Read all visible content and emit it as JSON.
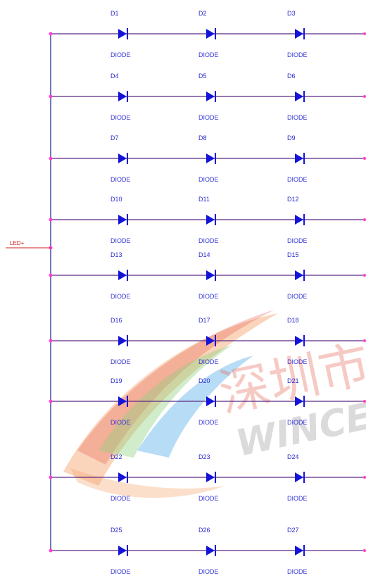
{
  "net_label": "LED+",
  "diode_value": "DIODE",
  "rows": [
    [
      "D1",
      "D2",
      "D3"
    ],
    [
      "D4",
      "D5",
      "D6"
    ],
    [
      "D7",
      "D8",
      "D9"
    ],
    [
      "D10",
      "D11",
      "D12"
    ],
    [
      "D13",
      "D14",
      "D15"
    ],
    [
      "D16",
      "D17",
      "D18"
    ],
    [
      "D19",
      "D20",
      "D21"
    ],
    [
      "D22",
      "D23",
      "D24"
    ],
    [
      "D25",
      "D26",
      "D27"
    ]
  ],
  "watermark": {
    "cn": "深圳市",
    "en": "WINCE"
  },
  "colors": {
    "wire": "#1c1c8a",
    "pin": "#e0407a",
    "diode": "#1414d8",
    "net_wire": "#d02020",
    "node": "#ff40d0"
  }
}
